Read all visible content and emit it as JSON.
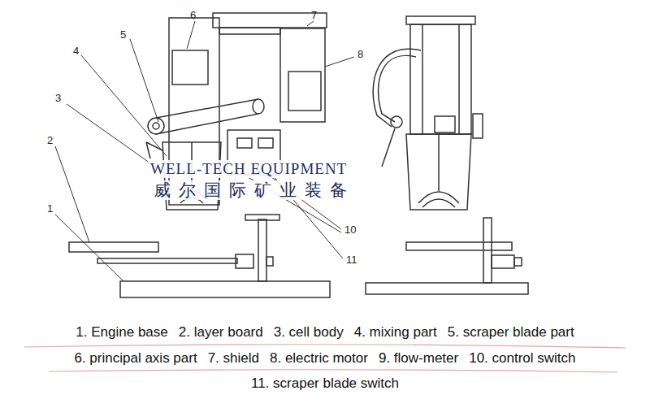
{
  "diagram": {
    "labels": [
      "6",
      "7",
      "5",
      "4",
      "8",
      "3",
      "2",
      "1",
      "10",
      "11",
      "WELL-TECH EQUIPMENT",
      "威尔国际矿业装备",
      "1. Engine base",
      "2. layer board",
      "3. cell body",
      "4. mixing part",
      "5. scraper blade part",
      "6. principal axis part",
      "7. shield",
      "8. electric motor",
      "9. flow-meter",
      "10. control switch",
      "11. scraper blade switch"
    ]
  }
}
